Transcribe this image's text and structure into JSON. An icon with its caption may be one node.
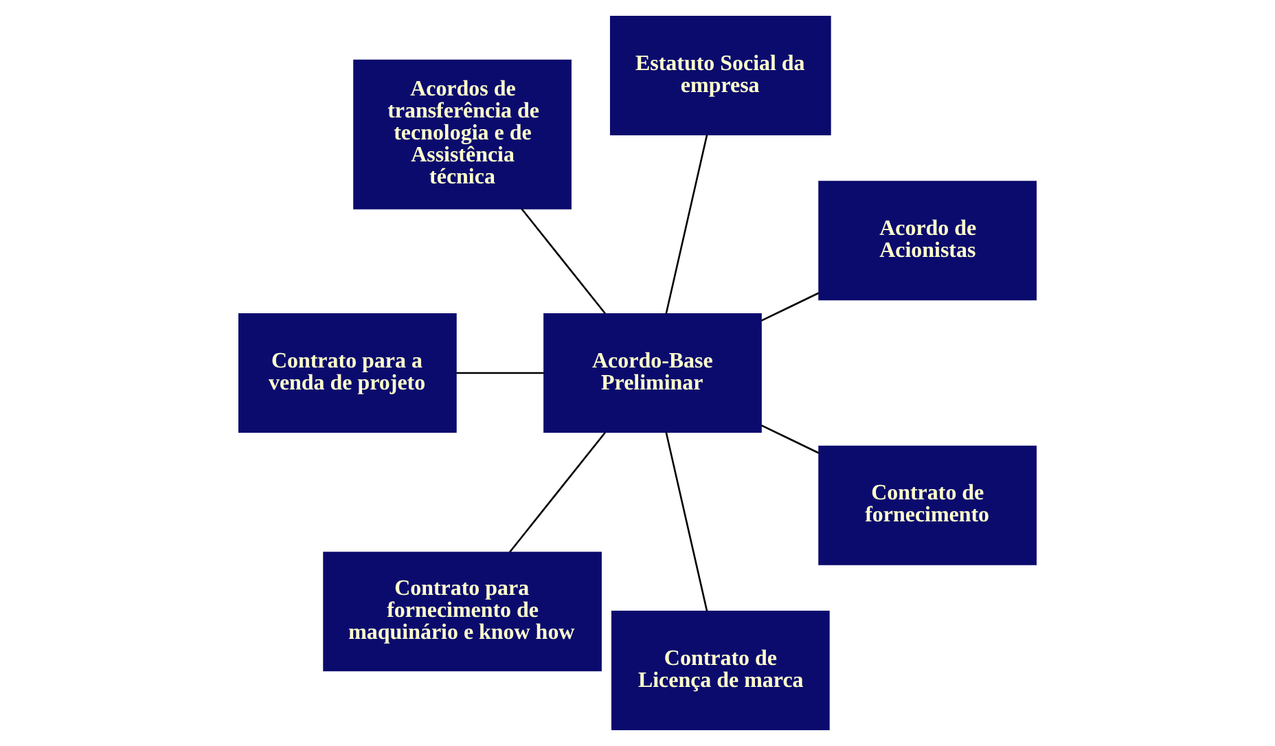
{
  "diagram": {
    "nodes": [
      {
        "text": [
          "Acordo de Acionistas"
        ]
      },
      {
        "text": [
          "Estatuto Social da empresa"
        ]
      },
      {
        "text": [
          "Acordos de transferência de tecnologia e de Assistência técnica"
        ]
      },
      {
        "text": [
          "Contrato para a venda de projeto"
        ]
      },
      {
        "text": [
          "Acordo-Base Preliminar"
        ]
      },
      {
        "text": [
          "Contrato para fornecimento de maquinário e know how"
        ]
      },
      {
        "text": [
          "Contrato de Licença de marca"
        ]
      },
      {
        "text": [
          "Contrato de fornecimento"
        ]
      }
    ],
    "edges": [
      {
        "from": 4,
        "to": 0,
        "arrow": "none"
      },
      {
        "from": 4,
        "to": 1,
        "arrow": "none"
      },
      {
        "from": 4,
        "to": 2,
        "arrow": "none"
      },
      {
        "from": 4,
        "to": 3,
        "arrow": "none"
      },
      {
        "from": 4,
        "to": 5,
        "arrow": "none"
      },
      {
        "from": 4,
        "to": 6,
        "arrow": "none"
      },
      {
        "from": 4,
        "to": 7,
        "arrow": "none"
      }
    ]
  }
}
